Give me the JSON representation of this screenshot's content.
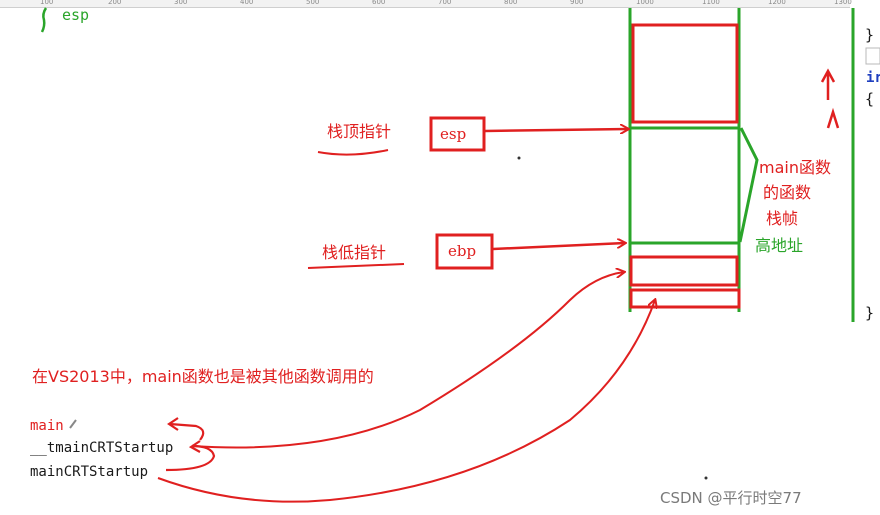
{
  "ruler": {
    "ticks": [
      "100",
      "200",
      "300",
      "400",
      "500",
      "600",
      "700",
      "800",
      "900",
      "1000",
      "1100",
      "1200",
      "1300"
    ]
  },
  "top_label": "esp",
  "labels": {
    "stack_top_pointer": "栈顶指针",
    "esp_register": "esp",
    "stack_bottom_pointer": "栈低指针",
    "ebp_register": "ebp",
    "main_frame_line1": "main函数",
    "main_frame_line2": "的函数",
    "main_frame_line3": "栈帧",
    "high_address": "高地址",
    "note": "在VS2013中，main函数也是被其他函数调用的"
  },
  "call_chain": [
    "main",
    "__tmainCRTStartup",
    "mainCRTStartup"
  ],
  "code_margin": {
    "brace_close_1": "}",
    "brace_open": "{",
    "keyword_fragment": "ir",
    "brace_close_2": "}"
  },
  "watermark": "CSDN @平行时空77",
  "colors": {
    "red": "#e02020",
    "green": "#2aa52a",
    "dark": "#1a1a1a"
  }
}
